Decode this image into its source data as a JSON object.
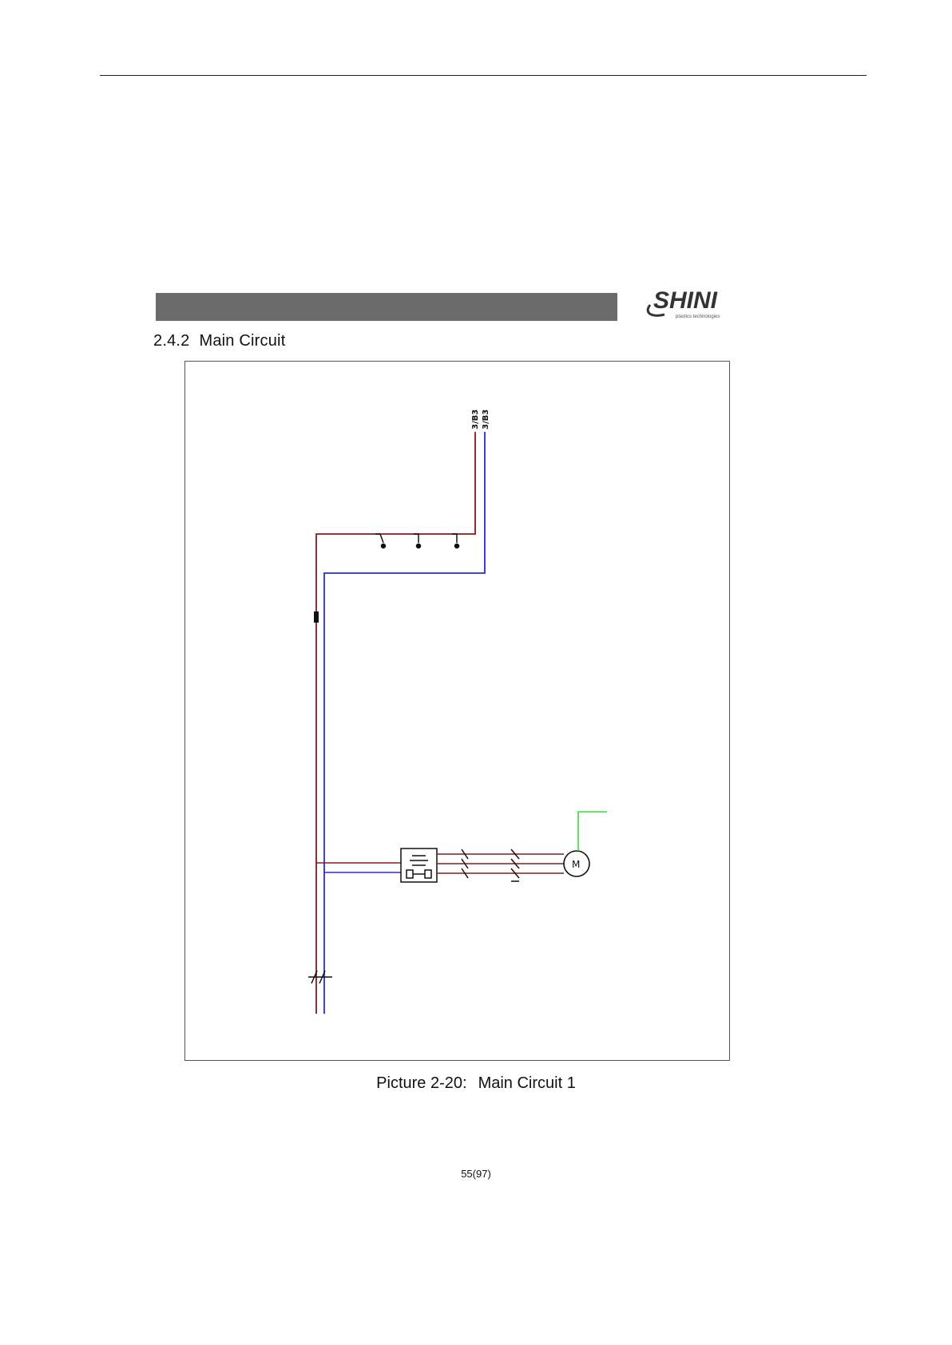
{
  "header": {
    "logo_text": "SHINI",
    "logo_tagline": "plastics technologies"
  },
  "section": {
    "number": "2.4.2",
    "title": "Main Circuit"
  },
  "diagram": {
    "refs": [
      "3/B3",
      "3/B3"
    ],
    "colors": {
      "phase": "#8b1a1a",
      "neutral": "#2a2ae0",
      "earth": "#33dd33"
    }
  },
  "caption": {
    "label": "Picture 2-20:",
    "title": "Main Circuit 1"
  },
  "footer": {
    "page": "55(97)"
  }
}
